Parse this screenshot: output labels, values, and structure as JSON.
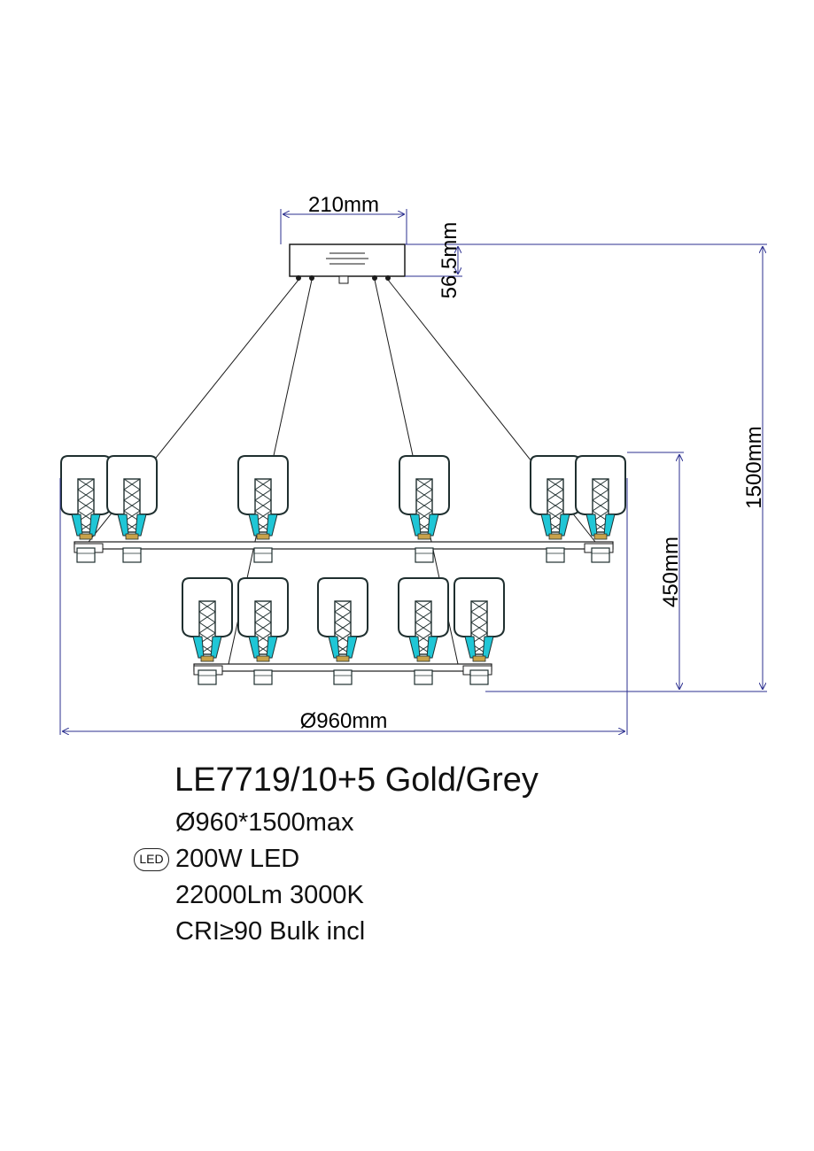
{
  "dimensions": {
    "canopy_width": "210mm",
    "canopy_height": "56.5mm",
    "total_height": "1500mm",
    "lower_height": "450mm",
    "diameter": "Ø960mm"
  },
  "product": {
    "model": "LE7719/10+5 Gold/Grey",
    "size": "Ø960*1500max",
    "led_badge": "LED",
    "power": "200W LED",
    "flux": "22000Lm 3000K",
    "cri": "CRI≥90 Bulk incl"
  },
  "colors": {
    "line": "#1a1a1a",
    "dimension_line": "#2b2f8f",
    "shade_outline": "#1f2f2f",
    "accent_cyan": "#1fc6d6",
    "accent_gold": "#c9a24a"
  }
}
